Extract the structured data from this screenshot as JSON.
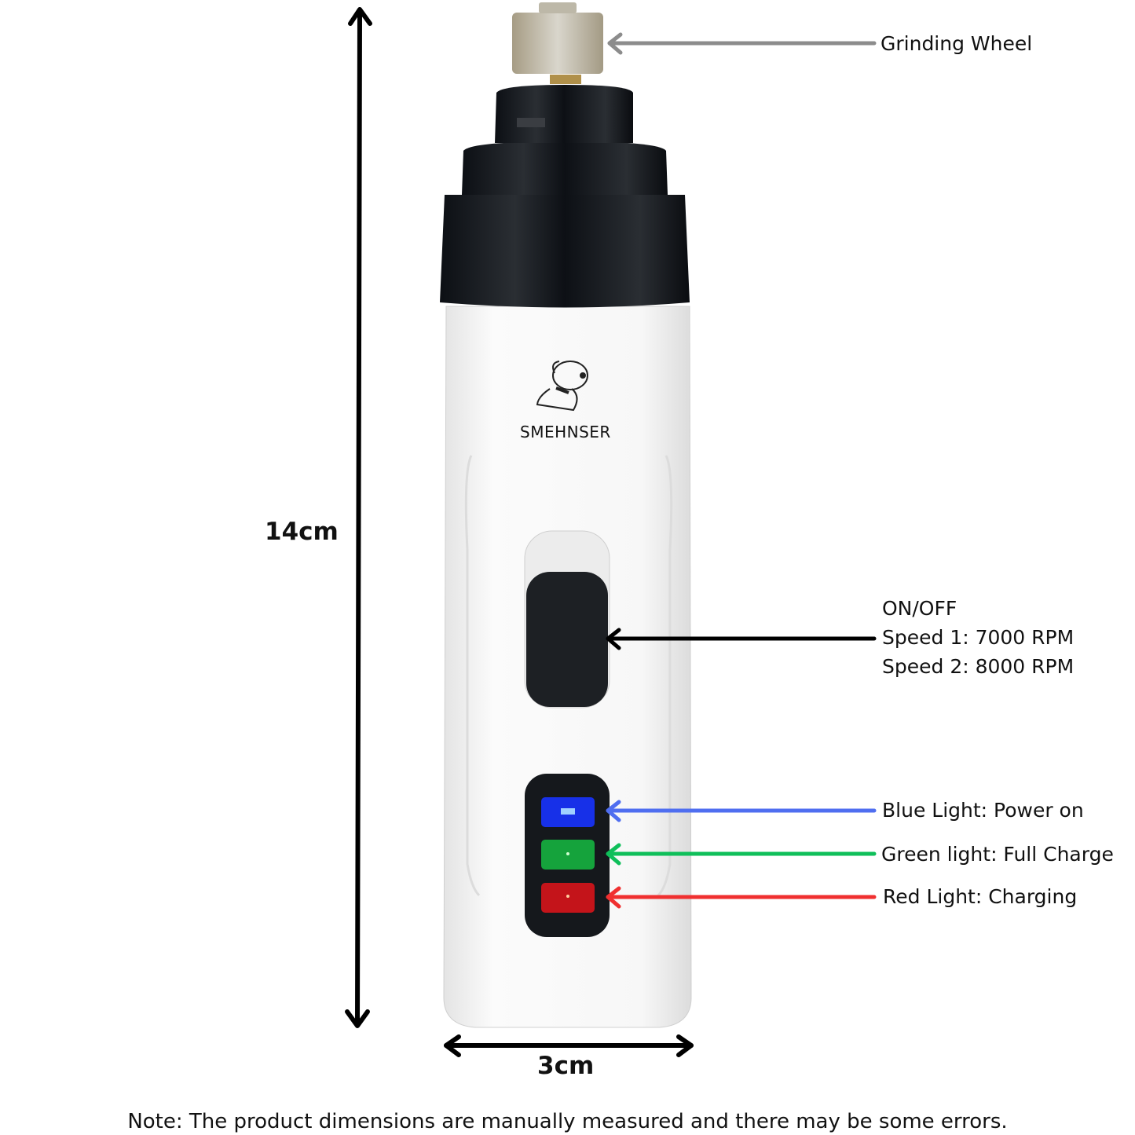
{
  "labels": {
    "grinding_wheel": "Grinding Wheel",
    "switch": [
      "ON/OFF",
      "Speed 1: 7000 RPM",
      "Speed 2: 8000 RPM"
    ],
    "blue_light": "Blue Light: Power on",
    "green_light": "Green light: Full Charge",
    "red_light": "Red Light: Charging"
  },
  "dimensions": {
    "height": "14cm",
    "width": "3cm"
  },
  "brand": "SMEHNSER",
  "note": "Note: The product dimensions are manually measured and there may be some errors.",
  "colors": {
    "grinding_arrow": "#8c8c8c",
    "blue": "#4f6ef0",
    "green": "#0fbf5a",
    "red": "#f03030",
    "black": "#000000"
  }
}
